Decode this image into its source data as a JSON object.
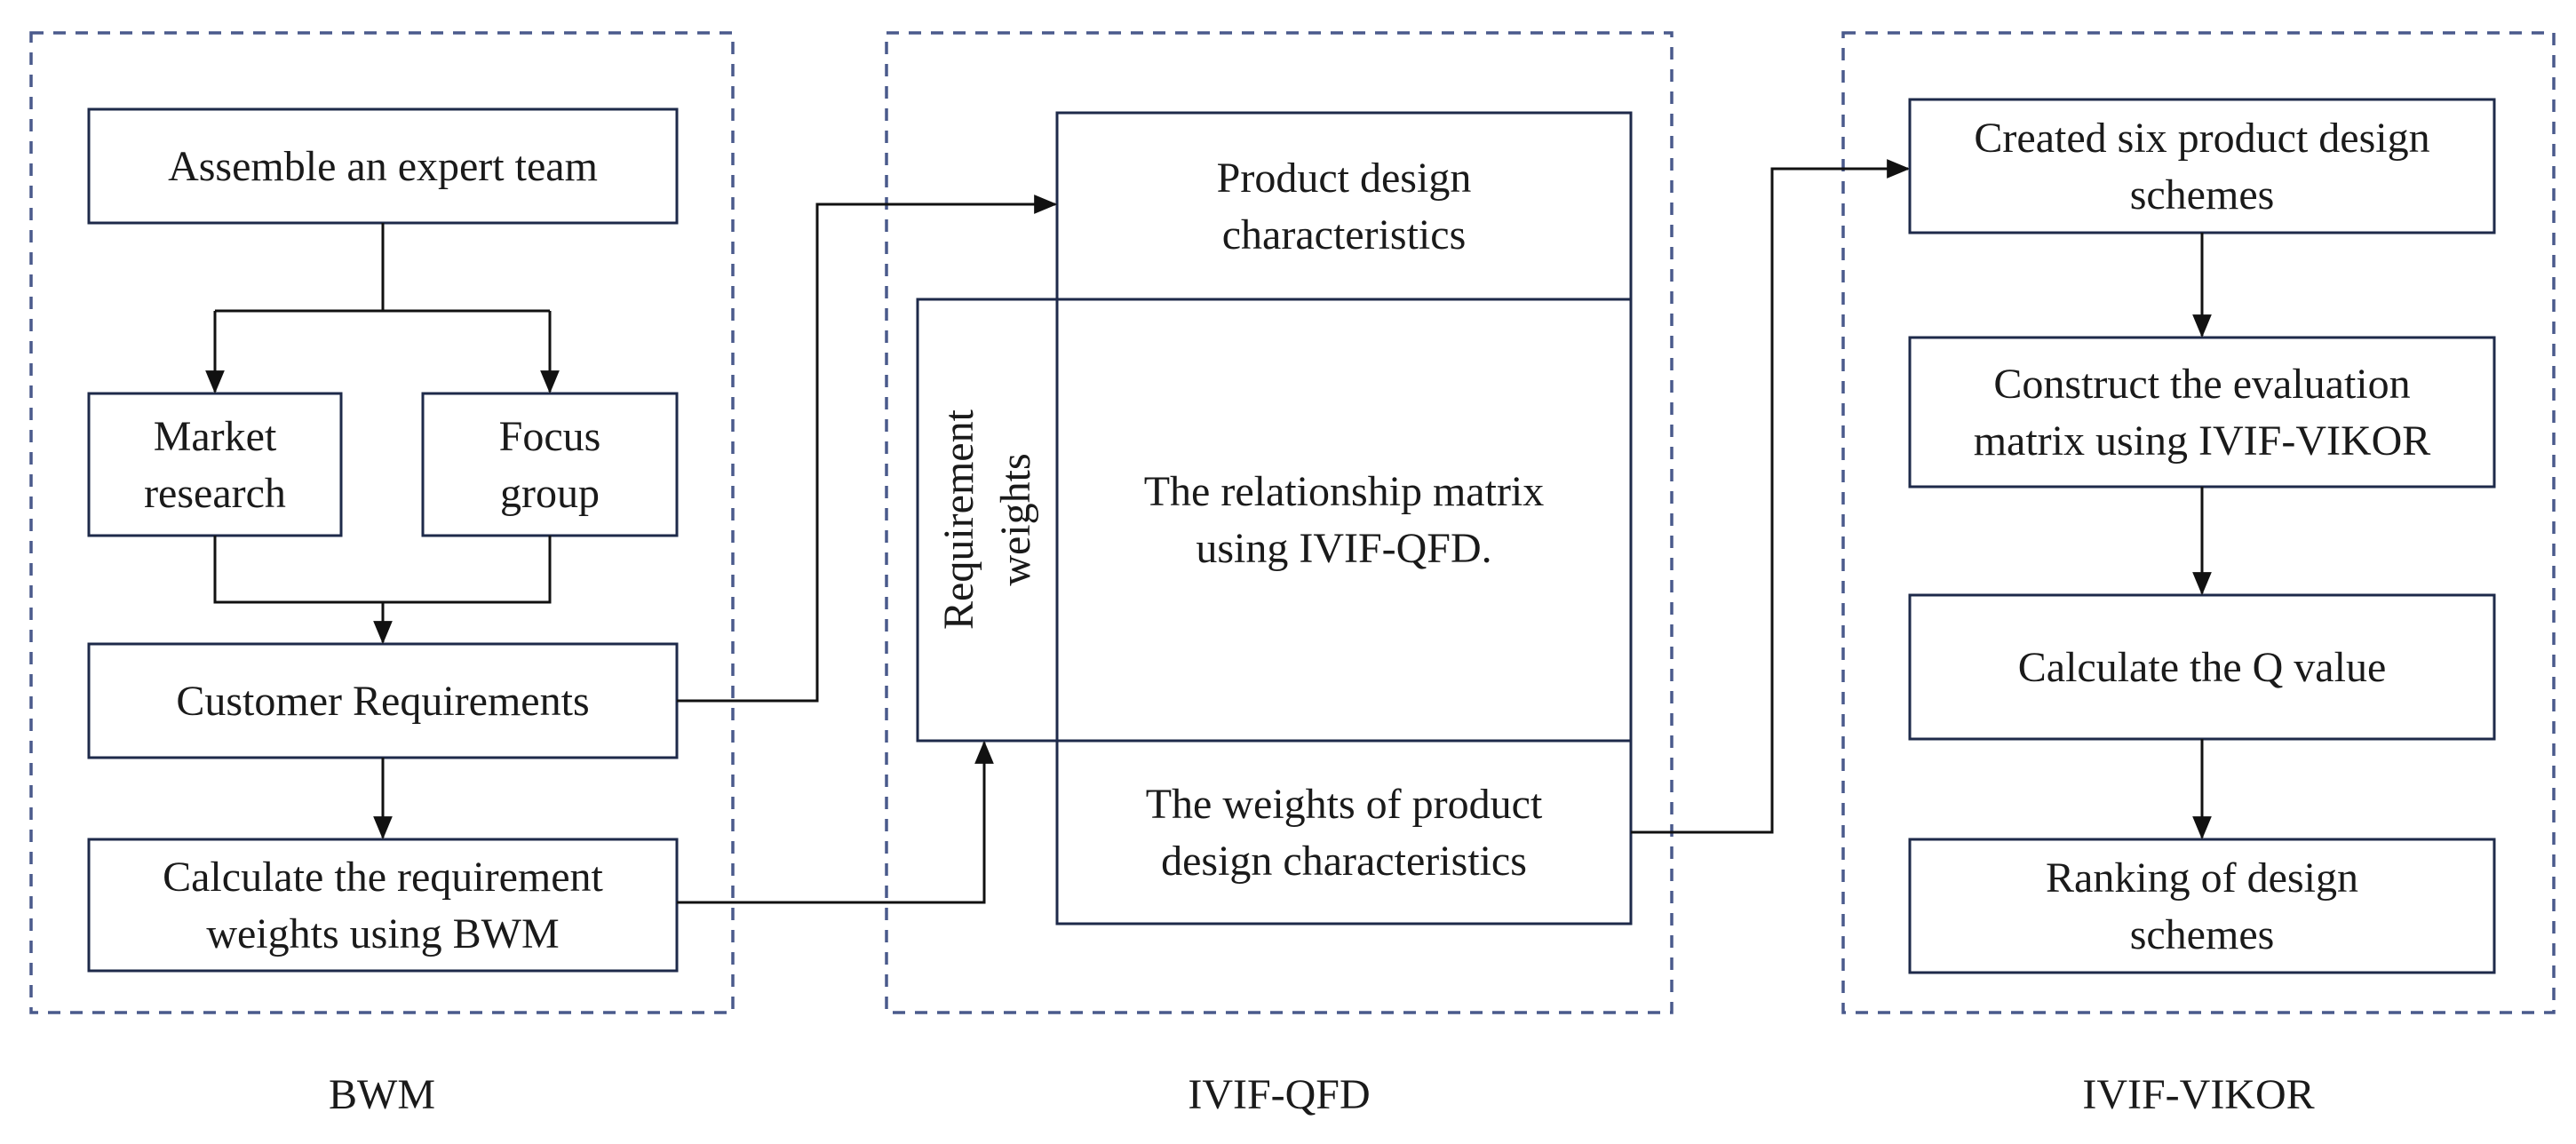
{
  "panels": {
    "bwm": "BWM",
    "qfd": "IVIF-QFD",
    "vikor": "IVIF-VIKOR"
  },
  "bwm": {
    "assemble": [
      "Assemble an expert team"
    ],
    "market": [
      "Market",
      "research"
    ],
    "focus": [
      "Focus",
      "group"
    ],
    "customer": [
      "Customer Requirements"
    ],
    "calc_weights": [
      "Calculate the requirement",
      "weights using BWM"
    ]
  },
  "qfd": {
    "characteristics": [
      "Product design",
      "characteristics"
    ],
    "req_weights": [
      "Requirement",
      "weights"
    ],
    "matrix": [
      "The relationship matrix",
      "using IVIF-QFD."
    ],
    "char_weights": [
      "The weights of product",
      "design characteristics"
    ]
  },
  "vikor": {
    "schemes": [
      "Created six product design",
      "schemes"
    ],
    "eval_matrix": [
      "Construct the evaluation",
      "matrix using IVIF-VIKOR"
    ],
    "q_value": [
      "Calculate the Q value"
    ],
    "ranking": [
      "Ranking of design",
      "schemes"
    ]
  },
  "colors": {
    "panel_border": "#4a5a8c",
    "box_border": "#1e2a4a",
    "text": "#1a1a1a"
  }
}
